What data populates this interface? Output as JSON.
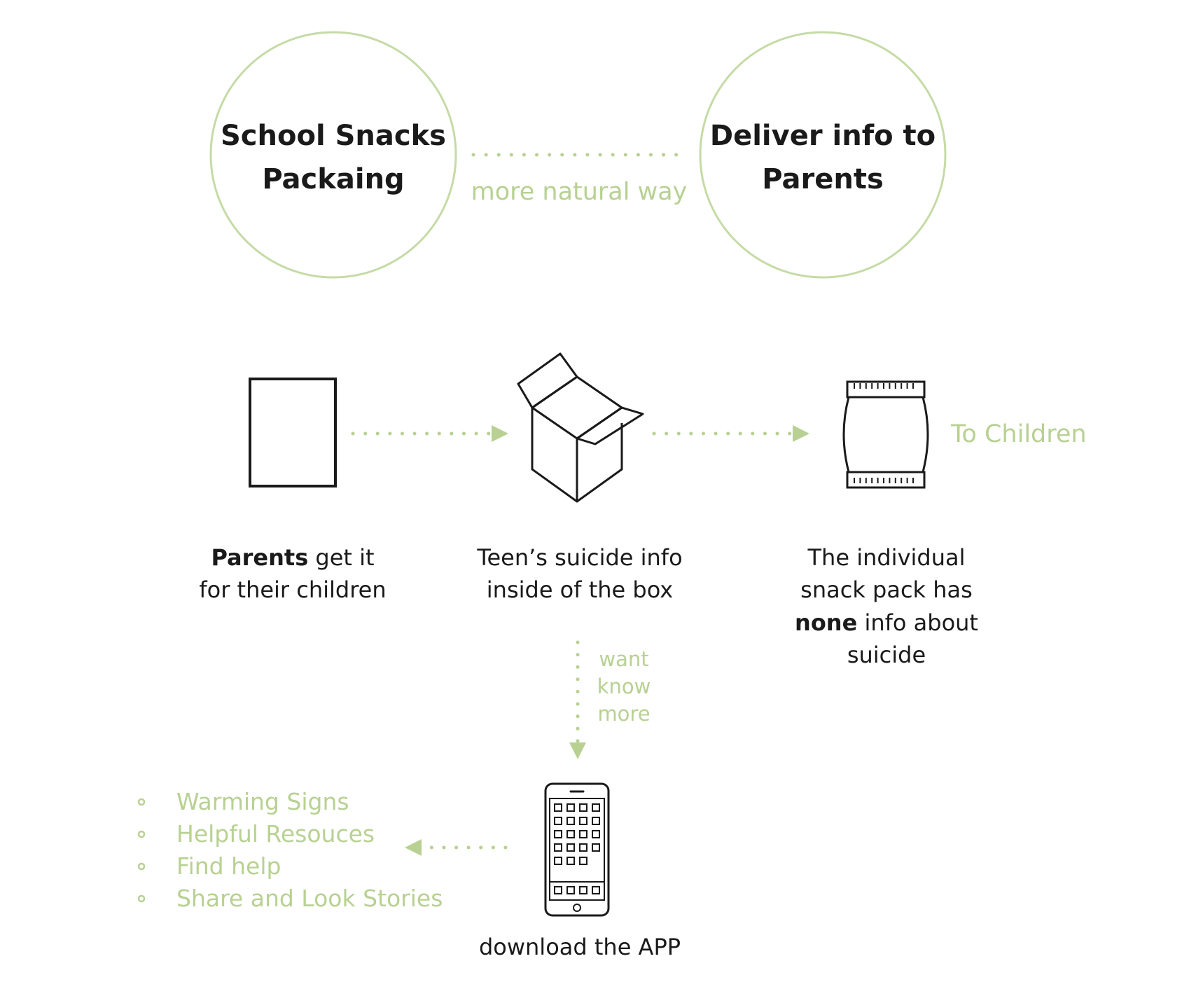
{
  "colors": {
    "accent_green": "#b8d193",
    "ink": "#1a1a1a",
    "background": "#ffffff"
  },
  "top": {
    "left_circle": {
      "line1": "School Snacks",
      "line2": "Packaing"
    },
    "right_circle": {
      "line1": "Deliver info to",
      "line2": "Parents"
    },
    "connector_label": "more natural way"
  },
  "flow": {
    "step1": {
      "icon": "paper-sheet-icon",
      "bold": "Parents",
      "rest": " get it",
      "line2": "for their children"
    },
    "step2": {
      "icon": "open-box-icon",
      "line1": "Teen’s suicide info",
      "line2": "inside of the box"
    },
    "step3": {
      "icon": "snack-pack-icon",
      "line1": "The individual",
      "line2": "snack pack has",
      "line3_bold": "none",
      "line3_rest": " info about",
      "line4": "suicide"
    },
    "to_children_label": "To Children"
  },
  "down_label": {
    "line1": "want",
    "line2": "know",
    "line3": "more"
  },
  "app": {
    "icon": "smartphone-icon",
    "label": "download the APP"
  },
  "features": [
    "Warming Signs",
    "Helpful Resouces",
    "Find help",
    "Share and Look Stories"
  ]
}
